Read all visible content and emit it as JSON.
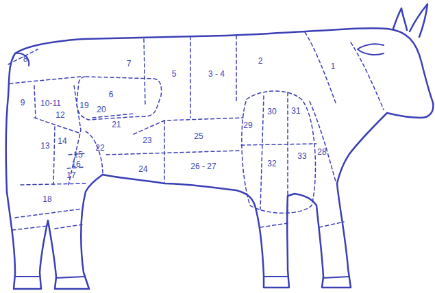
{
  "diagram": {
    "labels": [
      "8",
      "7",
      "6",
      "5",
      "3 - 4",
      "2",
      "1",
      "9",
      "10-11",
      "12",
      "19",
      "20",
      "21",
      "13",
      "14",
      "15",
      "16",
      "17",
      "22",
      "23",
      "25",
      "29",
      "30",
      "31",
      "28",
      "33",
      "32",
      "26 - 27",
      "24",
      "18"
    ]
  }
}
